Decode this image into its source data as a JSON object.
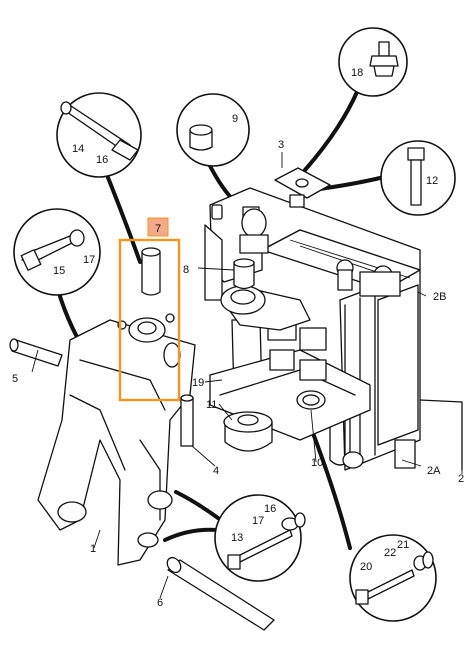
{
  "diagram": {
    "highlight": {
      "label": "7",
      "color": "#f7941d",
      "tag_fill": "#f4a98a"
    },
    "callouts": [
      {
        "id": "c1",
        "label": "1"
      },
      {
        "id": "c2",
        "label": "2"
      },
      {
        "id": "c2a",
        "label": "2A"
      },
      {
        "id": "c2b",
        "label": "2B"
      },
      {
        "id": "c3",
        "label": "3"
      },
      {
        "id": "c4",
        "label": "4"
      },
      {
        "id": "c5",
        "label": "5"
      },
      {
        "id": "c6",
        "label": "6"
      },
      {
        "id": "c8",
        "label": "8"
      },
      {
        "id": "c10",
        "label": "10"
      },
      {
        "id": "c11",
        "label": "11"
      },
      {
        "id": "c19",
        "label": "19"
      }
    ],
    "bubbles": {
      "b18": [
        "18"
      ],
      "b9": [
        "9"
      ],
      "b14": [
        "14",
        "16"
      ],
      "b12": [
        "12"
      ],
      "b15": [
        "15",
        "17"
      ],
      "b13": [
        "16",
        "17",
        "13"
      ],
      "b20": [
        "21",
        "22",
        "20"
      ]
    }
  }
}
